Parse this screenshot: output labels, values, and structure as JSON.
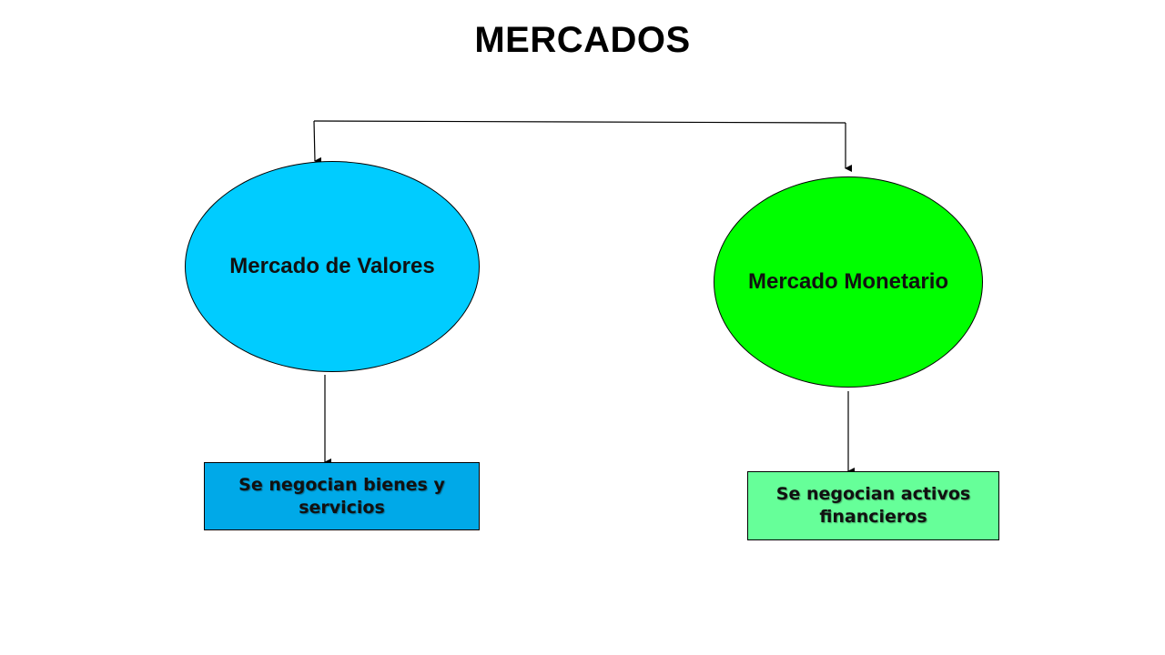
{
  "title": "MERCADOS",
  "nodes": {
    "valores": {
      "label": "Mercado de Valores",
      "color": "#00ccff"
    },
    "monetario": {
      "label": "Mercado Monetario",
      "color": "#00ff00"
    }
  },
  "boxes": {
    "bienes": {
      "text": "Se negocian bienes y servicios",
      "color": "#00a9e8"
    },
    "activos": {
      "text": "Se negocian activos financieros",
      "color": "#66ff99"
    }
  }
}
